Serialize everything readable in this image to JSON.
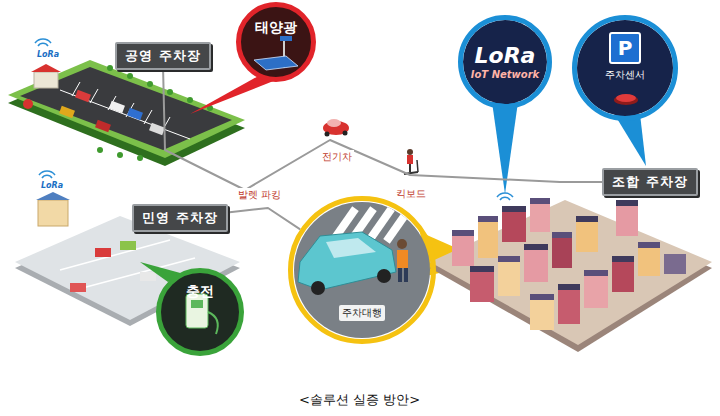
{
  "diagram": {
    "caption": "<솔루션 실증 방안>",
    "nodes": [
      {
        "text": [
          "공영 주차장"
        ]
      },
      {
        "text": [
          "민영 주차장"
        ]
      },
      {
        "text": [
          "조합 주차장"
        ]
      },
      {
        "text": [
          "태양광"
        ]
      },
      {
        "text": [
          "충전"
        ]
      },
      {
        "text": [
          "LoRa",
          "IoT Network"
        ]
      },
      {
        "text": [
          "P",
          "주차센서"
        ]
      },
      {
        "text": [
          "주차대행"
        ]
      }
    ],
    "edges": [
      {
        "from": 0,
        "to": 2,
        "label": "전기차",
        "arrow": "none"
      },
      {
        "from": 1,
        "to": 7,
        "label": "발렛 파킹",
        "arrow": "none"
      }
    ],
    "labels": [
      "LoRa",
      "LoRa",
      "킥보드"
    ]
  }
}
